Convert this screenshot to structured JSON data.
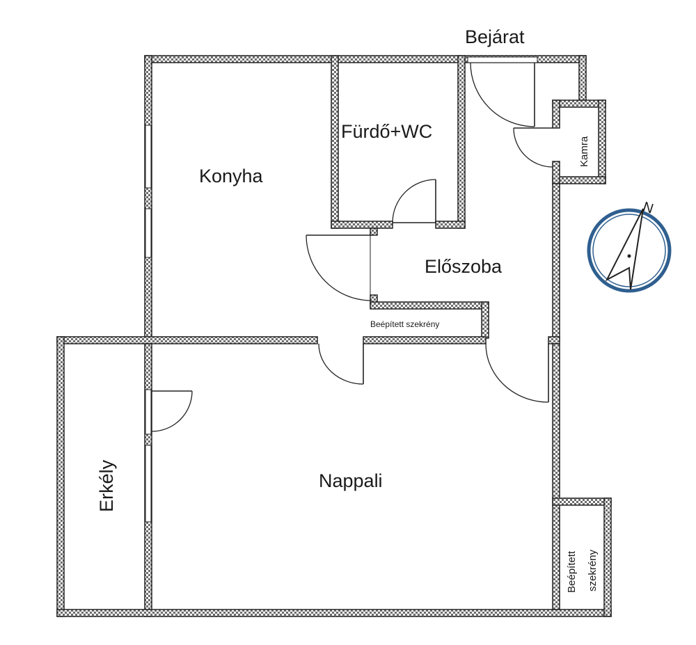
{
  "rooms": {
    "entrance": "Bejárat",
    "bathroom": "Fürdő+WC",
    "kitchen": "Konyha",
    "pantry": "Kamra",
    "hallway": "Előszoba",
    "builtin_hall": "Beépített szekrény",
    "living": "Nappali",
    "balcony": "Erkély",
    "builtin_living_line1": "Beépített",
    "builtin_living_line2": "szekrény"
  },
  "compass": {
    "north": "N",
    "icon": "compass-icon",
    "ring_color": "#2f5f8f"
  },
  "colors": {
    "wall": "#8a8a8a",
    "background": "#ffffff"
  }
}
